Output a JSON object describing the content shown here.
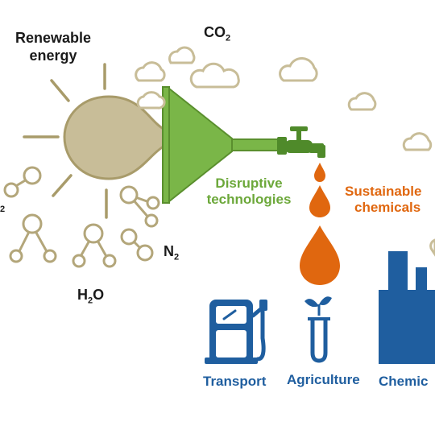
{
  "labels": {
    "renewable_line1": "Renewable",
    "renewable_line2": "energy",
    "co2_main": "CO",
    "co2_sub": "2",
    "n2_main": "N",
    "n2_sub": "2",
    "h2o_main": "H",
    "h2o_sub": "2",
    "h2o_tail": "O",
    "left_cut_sub": "2",
    "disruptive_line1": "Disruptive",
    "disruptive_line2": "technologies",
    "sustainable_line1": "Sustainable",
    "sustainable_line2": "chemicals",
    "transport": "Transport",
    "agriculture": "Agriculture",
    "chemicals": "Chemic"
  },
  "colors": {
    "sun": "#c8bd98",
    "sun_rays": "#a89b6a",
    "funnel": "#7ab648",
    "funnel_stroke": "#5a8f2e",
    "drop": "#e0670f",
    "application_blue": "#1f5e9f",
    "cloud_stroke": "#c8bd98",
    "molecule_stroke": "#b3a67a"
  },
  "icons": [
    "sun-icon",
    "funnel-icon",
    "tap-icon",
    "cloud-icon",
    "molecule-icon",
    "drop-icon",
    "fuel-pump-icon",
    "plant-test-tube-icon",
    "factory-icon"
  ]
}
